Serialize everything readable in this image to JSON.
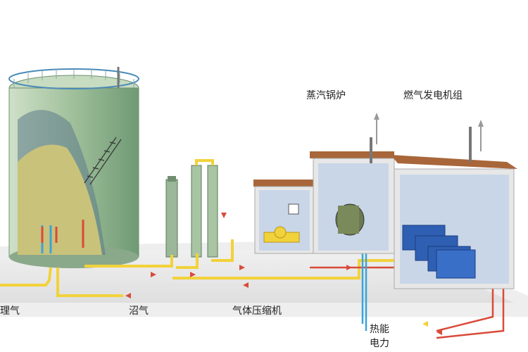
{
  "labels": {
    "steam_boiler": "蒸汽锅炉",
    "gas_generator_set": "燃气发电机组",
    "biogas": "沼气",
    "gas_compressor": "气体压缩机",
    "heat_power_line1": "热能",
    "heat_power_line2": "电力",
    "left_cut_label": "理气"
  },
  "colors": {
    "gas_pipe": "#f2d23a",
    "heat_pipe": "#d94a3a",
    "water_pipe": "#3ba4d8",
    "tank_body": "#9fbf9a",
    "building_wall": "#e7e7e7",
    "roof": "#a8663a",
    "machine_blue": "#2f5fb3"
  }
}
